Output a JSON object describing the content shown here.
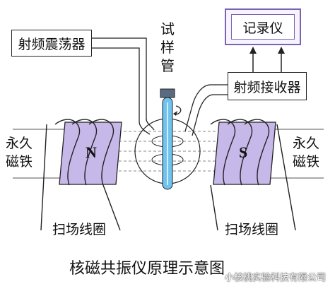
{
  "labels": {
    "oscillator": "射频震荡器",
    "tube": "试样管",
    "recorder": "记录仪",
    "receiver": "射频接收器",
    "magnet_left": "永久磁铁",
    "magnet_right": "永久磁铁",
    "pole_n": "N",
    "pole_s": "S",
    "coil_left": "扫场线圈",
    "coil_right": "扫场线圈",
    "caption": "核磁共振仪原理示意图",
    "watermark": "小核桃实验科技有限公司"
  },
  "colors": {
    "magnet_fill": "#c7b8ea",
    "recorder_border": "#7b62b3",
    "tube_fill": "#6fc3ee",
    "field_line": "#777777",
    "line": "#222222"
  }
}
